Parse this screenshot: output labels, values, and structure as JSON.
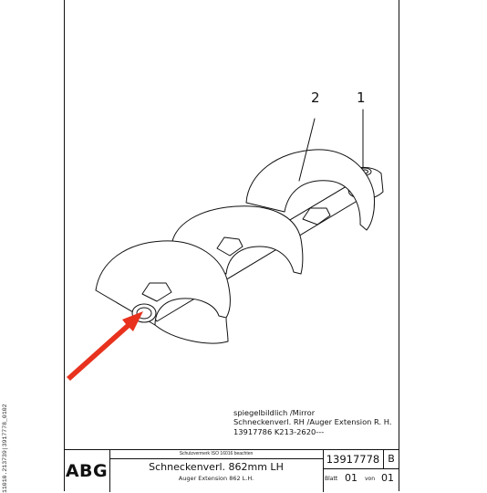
{
  "side_code": "11010.213739|3917778_0102",
  "callouts": {
    "item_2": "2",
    "item_1": "1"
  },
  "notes": {
    "line1": "spiegelbildlich /Mirror",
    "line2": "Schneckenverl. RH /Auger Extension R. H.",
    "line3": "13917786  K213-2620---"
  },
  "title_block": {
    "logo": "ABG",
    "copyright": "Schutzvermerk ISO 16016 beachten",
    "title": "Schneckenverl. 862mm LH",
    "subtitle": "Auger Extension 862 L.H.",
    "doc_number": "13917778",
    "revision": "B",
    "sheet_label": "Blatt",
    "sheet_number": "01",
    "of_label": "von",
    "sheet_total": "01"
  },
  "colors": {
    "line": "#111111",
    "arrow": "#e8321e",
    "background": "#ffffff"
  }
}
